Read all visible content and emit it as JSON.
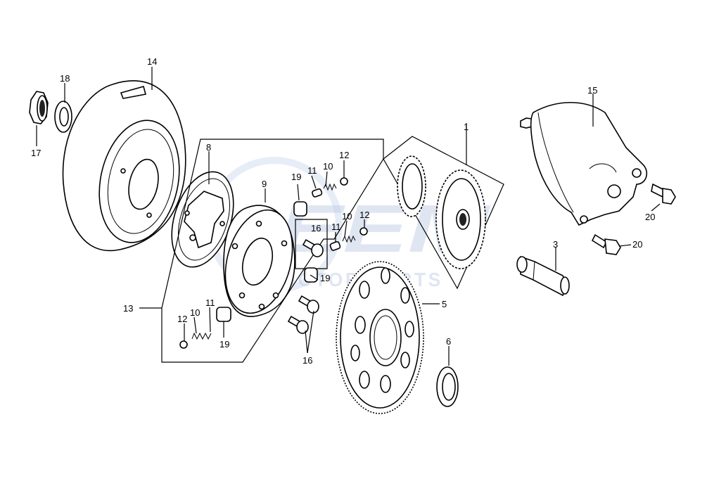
{
  "watermark": {
    "brand": "EEM",
    "sub": "MOTOR PARTS",
    "color": "#9fb6dd"
  },
  "callouts": {
    "c1": "1",
    "c3": "3",
    "c5": "5",
    "c6": "6",
    "c8": "8",
    "c9": "9",
    "c10a": "10",
    "c10b": "10",
    "c10c": "10",
    "c11a": "11",
    "c11b": "11",
    "c11c": "11",
    "c12a": "12",
    "c12b": "12",
    "c12c": "12",
    "c13": "13",
    "c14": "14",
    "c15": "15",
    "c16a": "16",
    "c16b": "16",
    "c17": "17",
    "c18": "18",
    "c19a": "19",
    "c19b": "19",
    "c19c": "19",
    "c20a": "20",
    "c20b": "20"
  }
}
